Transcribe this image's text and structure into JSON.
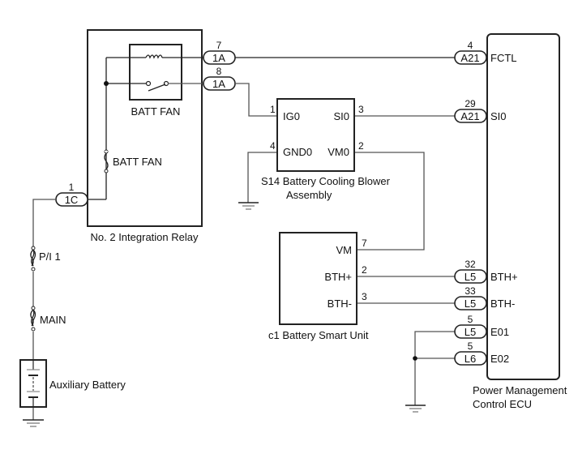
{
  "diagram": {
    "type": "wiring-diagram",
    "components": {
      "relay": {
        "name": "No. 2 Integration Relay",
        "inner_relay_label": "BATT FAN",
        "fuse_label": "BATT FAN"
      },
      "blower": {
        "name": "S14  Battery Cooling Blower",
        "name_line2": "Assembly",
        "pins": {
          "ig0": {
            "label": "IG0",
            "number": "1"
          },
          "si0": {
            "label": "SI0",
            "number": "3"
          },
          "gnd0": {
            "label": "GND0",
            "number": "4"
          },
          "vm0": {
            "label": "VM0",
            "number": "2"
          }
        }
      },
      "smart_unit": {
        "name": "c1  Battery Smart Unit",
        "pins": {
          "vm": {
            "label": "VM",
            "number": "7"
          },
          "bthp": {
            "label": "BTH+",
            "number": "2"
          },
          "bthm": {
            "label": "BTH-",
            "number": "3"
          }
        }
      },
      "ecu": {
        "name_line1": "Power Management",
        "name_line2": "Control ECU",
        "pins": {
          "fctl": {
            "label": "FCTL",
            "connector": "A21",
            "number": "4"
          },
          "si0": {
            "label": "SI0",
            "connector": "A21",
            "number": "29"
          },
          "bthp": {
            "label": "BTH+",
            "connector": "L5",
            "number": "32"
          },
          "bthm": {
            "label": "BTH-",
            "connector": "L5",
            "number": "33"
          },
          "e01": {
            "label": "E01",
            "connector": "L5",
            "number": "5"
          },
          "e02": {
            "label": "E02",
            "connector": "L6",
            "number": "5"
          }
        }
      },
      "relay_connectors": {
        "coil": {
          "connector": "1A",
          "number": "7"
        },
        "switch": {
          "connector": "1A",
          "number": "8"
        },
        "supply": {
          "connector": "1C",
          "number": "1"
        }
      },
      "fuses": {
        "pi1": "P/I 1",
        "main": "MAIN"
      },
      "battery": {
        "name": "Auxiliary Battery"
      }
    }
  }
}
